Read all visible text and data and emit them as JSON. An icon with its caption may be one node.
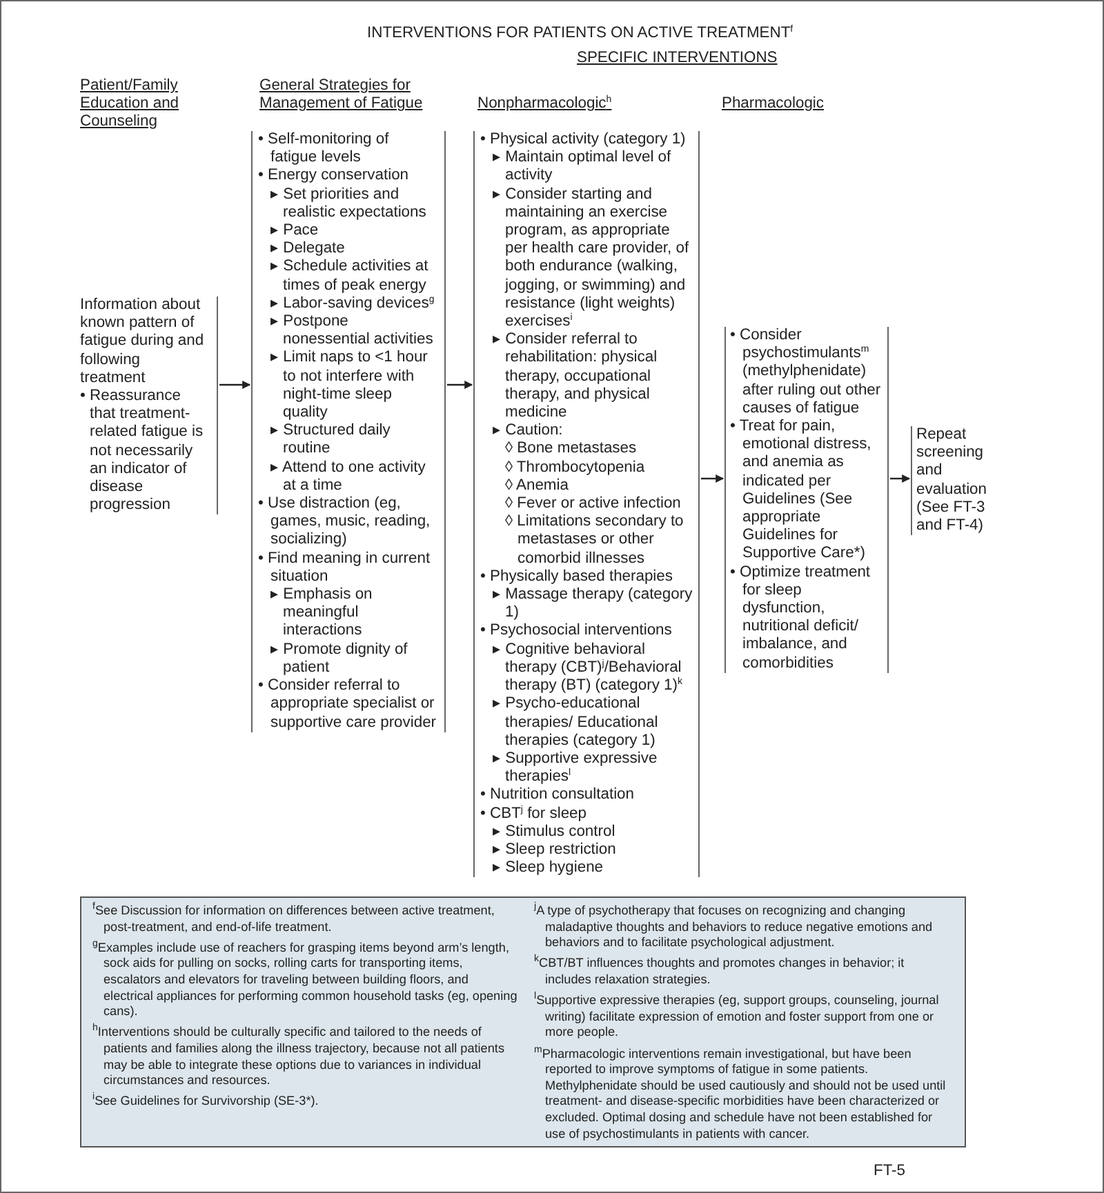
{
  "diagram": {
    "title": "INTERVENTIONS FOR PATIENTS ON ACTIVE TREATMENT$^{f}$",
    "nodes": [
      {
        "text": [
          "Information about known pattern of fatigue during and following treatment",
          "• Reassurance that treatment-related fatigue is not necessarily an indicator of disease progression"
        ]
      },
      {
        "text": [
          "• Self-monitoring of fatigue levels",
          "• Energy conservation",
          "▸ Set priorities and realistic expectations",
          "▸ Pace",
          "▸ Delegate",
          "▸ Schedule activities at times of peak energy",
          "▸ Labor-saving devices$^{g}$",
          "▸ Postpone nonessential activities",
          "▸ Limit naps to <1 hour to not interfere with night-time sleep quality",
          "▸ Structured daily routine",
          "▸ Attend to one activity at a time",
          "• Use distraction (eg, games, music, reading, socializing)",
          "• Find meaning in current situation",
          "▸ Emphasis on meaningful interactions",
          "▸ Promote dignity of patient",
          "• Consider referral to appropriate specialist or supportive care provider"
        ]
      },
      {
        "text": [
          "• Physical activity (category 1)",
          "▸ Maintain optimal level of activity",
          "▸ Consider starting and maintaining an exercise program, as appropriate per health care provider, of both endurance (walking, jogging, or swimming) and resistance (light weights) exercises$^{i}$",
          "▸ Consider referral to rehabilitation: physical therapy, occupational therapy, and physical medicine",
          "▸ Caution:",
          "◊ Bone metastases",
          "◊ Thrombocytopenia",
          "◊ Anemia",
          "◊ Fever or active infection",
          "◊ Limitations secondary to metastases or other comorbid illnesses",
          "• Physically based therapies",
          "▸ Massage therapy (category 1)",
          "• Psychosocial interventions",
          "▸ Cognitive behavioral therapy (CBT)$^{j}$/Behavioral therapy (BT) (category 1)$^{k}$",
          "▸ Psycho-educational therapies/ Educational therapies (category 1)",
          "▸ Supportive expressive therapies$^{l}$",
          "• Nutrition consultation",
          "• CBT$^{j}$ for sleep",
          "▸ Stimulus control",
          "▸ Sleep restriction",
          "▸ Sleep hygiene"
        ]
      },
      {
        "text": [
          "• Consider psychostimulants$^{m}$ (methylphenidate) after ruling out other causes of fatigue",
          "• Treat for pain, emotional distress, and anemia as indicated per Guidelines (See appropriate Guidelines for Supportive Care*)",
          "• Optimize treatment for sleep dysfunction, nutritional deficit/ imbalance, and comorbidities"
        ]
      },
      {
        "text": [
          "Repeat screening and evaluation (See FT-3 and FT-4)"
        ]
      },
      {
        "text": [
          "$^{f}$See Discussion for information on differences between active treatment, post-treatment, and end-of-life treatment.",
          "$^{g}$Examples include use of reachers for grasping items beyond arm’s length, sock aids for pulling on socks, rolling carts for transporting items, escalators and elevators for traveling between building floors, and electrical appliances for performing common household tasks (eg, opening cans).",
          "$^{h}$Interventions should be culturally specific and tailored to the needs of patients and families along the illness trajectory, because not all patients may be able to integrate these options due to variances in individual circumstances and resources.",
          "$^{i}$See Guidelines for Survivorship (SE-3*).",
          "$^{j}$A type of psychotherapy that focuses on recognizing and changing maladaptive thoughts and behaviors to reduce negative emotions and behaviors and to facilitate psychological adjustment.",
          "$^{k}$CBT/BT influences thoughts and promotes changes in behavior; it includes relaxation strategies.",
          "$^{l}$Supportive expressive therapies (eg, support groups, counseling, journal writing) facilitate expression of emotion and foster support from one or more people.",
          "$^{m}$Pharmacologic interventions remain investigational, but have been reported to improve symptoms of fatigue in some patients. Methylphenidate should be used cautiously and should not be used until treatment- and disease-specific morbidities have been characterized or excluded. Optimal dosing and schedule have not been established for use of psychostimulants in patients with cancer."
        ]
      }
    ],
    "edges": [
      {
        "from": 0,
        "to": 1,
        "arrow": "to"
      },
      {
        "from": 1,
        "to": 2,
        "arrow": "to"
      },
      {
        "from": 2,
        "to": 3,
        "arrow": "to"
      },
      {
        "from": 3,
        "to": 4,
        "arrow": "to"
      }
    ],
    "labels": [
      "SPECIFIC INTERVENTIONS",
      "Patient/Family Education and Counseling",
      "General Strategies for Management of Fatigue",
      "Nonpharmacologic$^{h}$",
      "Pharmacologic",
      "FT-5"
    ]
  }
}
